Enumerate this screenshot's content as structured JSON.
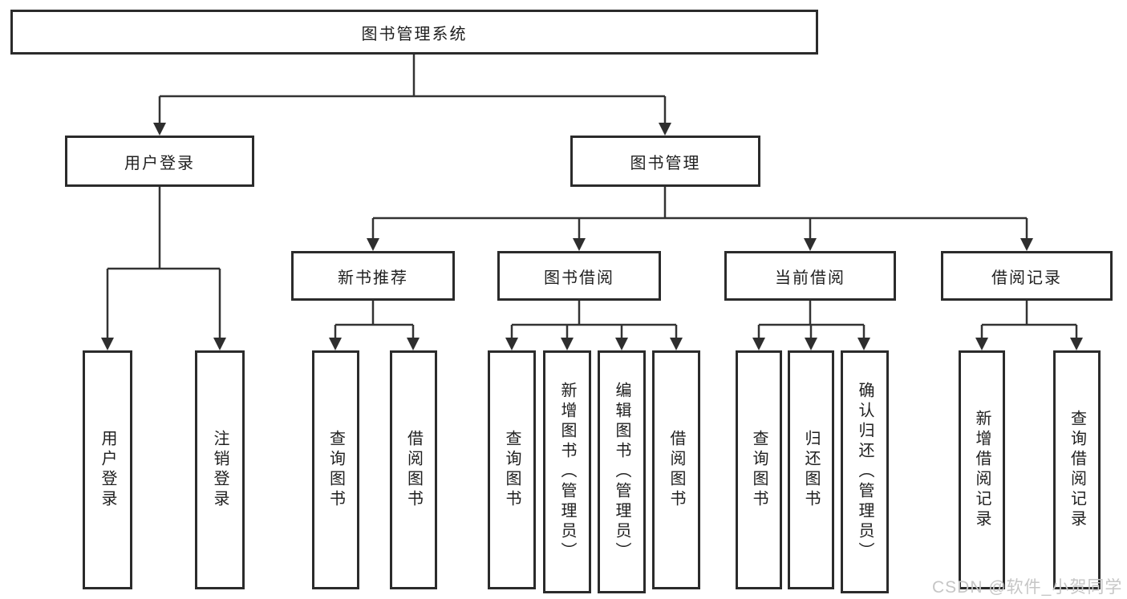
{
  "diagram": {
    "title": "图书管理系统",
    "level2": [
      {
        "label": "用户登录"
      },
      {
        "label": "图书管理"
      }
    ],
    "level3": [
      {
        "label": "新书推荐"
      },
      {
        "label": "图书借阅"
      },
      {
        "label": "当前借阅"
      },
      {
        "label": "借阅记录"
      }
    ],
    "leaves": [
      {
        "label": "用户登录",
        "parent": "用户登录"
      },
      {
        "label": "注销登录",
        "parent": "用户登录"
      },
      {
        "label": "查询图书",
        "parent": "新书推荐"
      },
      {
        "label": "借阅图书",
        "parent": "新书推荐"
      },
      {
        "label": "查询图书",
        "parent": "图书借阅"
      },
      {
        "label": "新增图书（管理员）",
        "parent": "图书借阅"
      },
      {
        "label": "编辑图书（管理员）",
        "parent": "图书借阅"
      },
      {
        "label": "借阅图书",
        "parent": "图书借阅"
      },
      {
        "label": "查询图书",
        "parent": "当前借阅"
      },
      {
        "label": "归还图书",
        "parent": "当前借阅"
      },
      {
        "label": "确认归还（管理员）",
        "parent": "当前借阅"
      },
      {
        "label": "新增借阅记录",
        "parent": "借阅记录"
      },
      {
        "label": "查询借阅记录",
        "parent": "借阅记录"
      }
    ]
  },
  "colors": {
    "line": "#333333",
    "box_border": "#2b2b2b",
    "text": "#1f1f1f",
    "watermark": "#c6c6c6",
    "background": "#ffffff"
  },
  "watermark": {
    "text": "CSDN @软件_小贺同学"
  }
}
